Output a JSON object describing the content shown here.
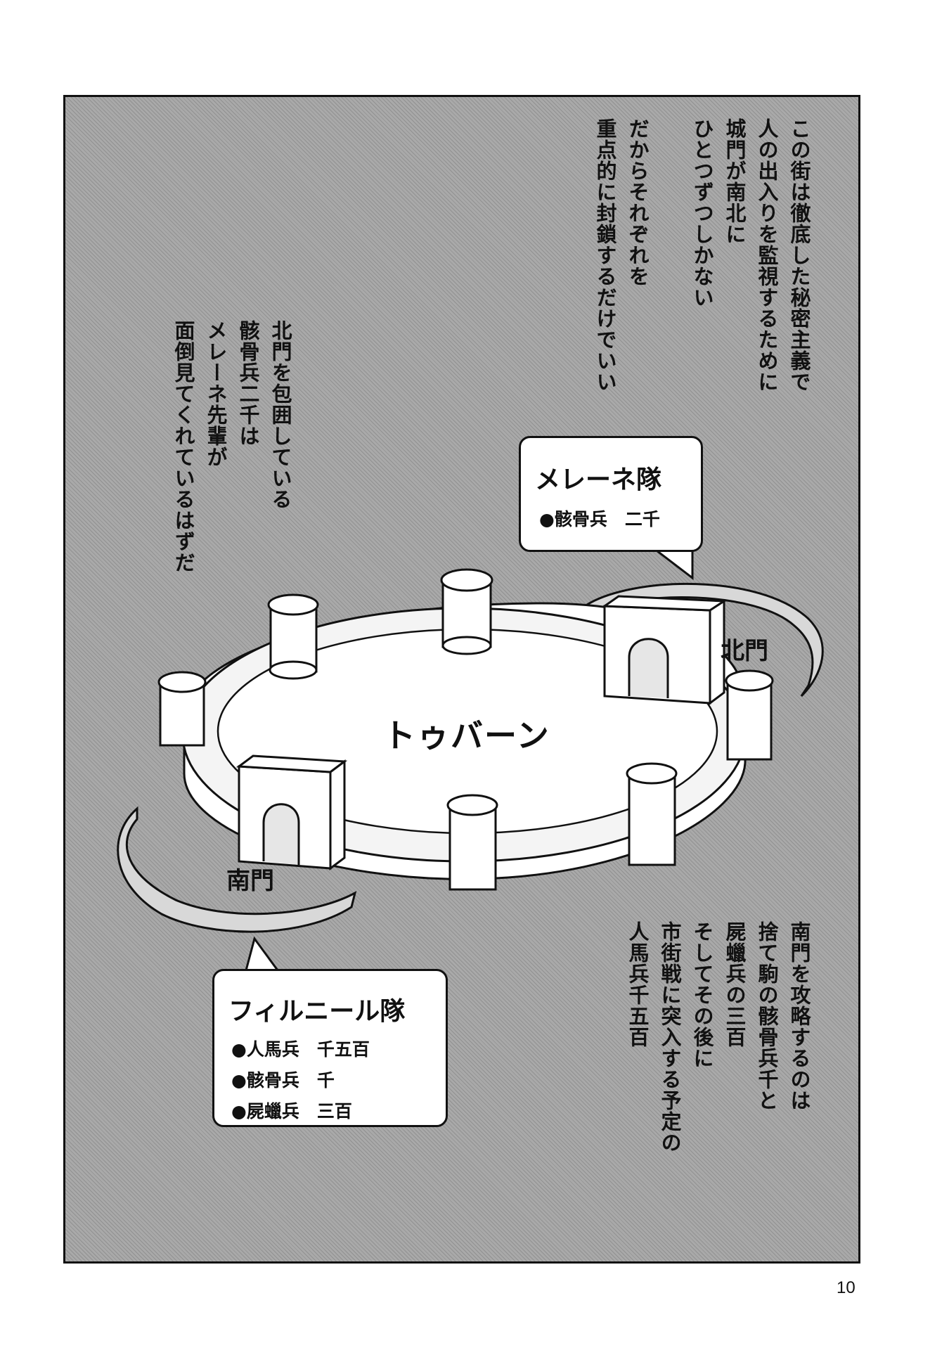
{
  "narration": {
    "top_right": "この街は徹底した秘密主義で\n人の出入りを監視するために\n城門が南北に\nひとつずつしかない\n\nだからそれぞれを\n重点的に封鎖するだけでいい",
    "mid_left": "北門を包囲している\n骸骨兵二千は\nメレーネ先輩が\n面倒見てくれているはずだ",
    "bottom_right": "南門を攻略するのは\n捨て駒の骸骨兵千と\n屍蠟兵の三百\nそしてその後に\n市街戦に突入する予定の\n人馬兵千五百"
  },
  "map": {
    "city_name": "トゥバーン",
    "north_gate": "北門",
    "south_gate": "南門"
  },
  "units": {
    "merene": {
      "title": "メレーネ隊",
      "items": [
        "●骸骨兵　二千"
      ]
    },
    "firnir": {
      "title": "フィルニール隊",
      "items": [
        "●人馬兵　千五百",
        "●骸骨兵　千",
        "●屍蠟兵　三百"
      ]
    }
  },
  "page_number": "10"
}
